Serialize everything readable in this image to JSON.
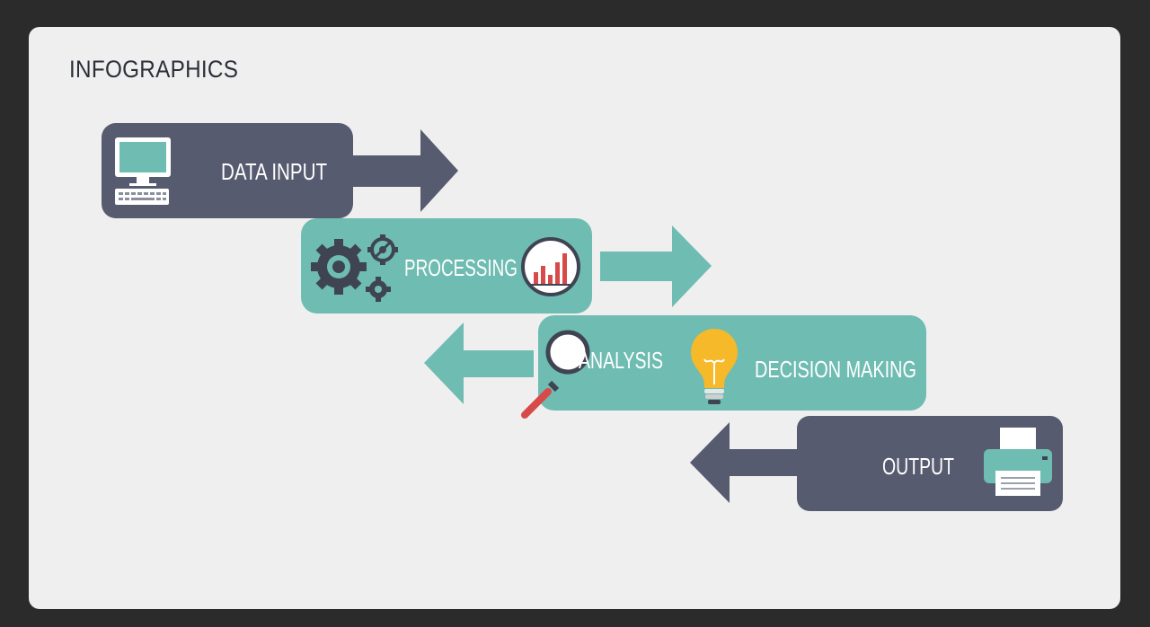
{
  "title": "INFOGRAPHICS",
  "colors": {
    "background": "#efefef",
    "frame": "#2b2b2b",
    "dark_step": "#575b6f",
    "teal_step": "#6fbcb2",
    "chart_bar": "#d84a4a",
    "bulb": "#f5b92a"
  },
  "steps": [
    {
      "label": "DATA INPUT",
      "icon": "computer-icon"
    },
    {
      "label": "PROCESSING",
      "icons": [
        "gears-icon",
        "bar-chart-icon"
      ]
    },
    {
      "label": "ANALYSIS",
      "icon": "magnifier-icon"
    },
    {
      "label": "DECISION MAKING",
      "icon": "lightbulb-icon"
    },
    {
      "label": "OUTPUT",
      "icon": "printer-icon"
    }
  ]
}
